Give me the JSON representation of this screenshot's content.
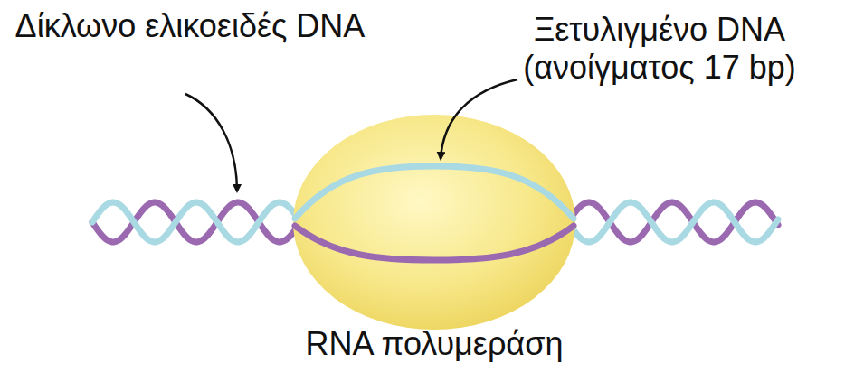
{
  "diagram": {
    "labels": [
      "Δίκλωνο ελικοειδές DNA",
      "Ξετυλιγμένο DNA (ανοίγματος 17 bp)",
      "RNA πολυμεράση"
    ]
  }
}
